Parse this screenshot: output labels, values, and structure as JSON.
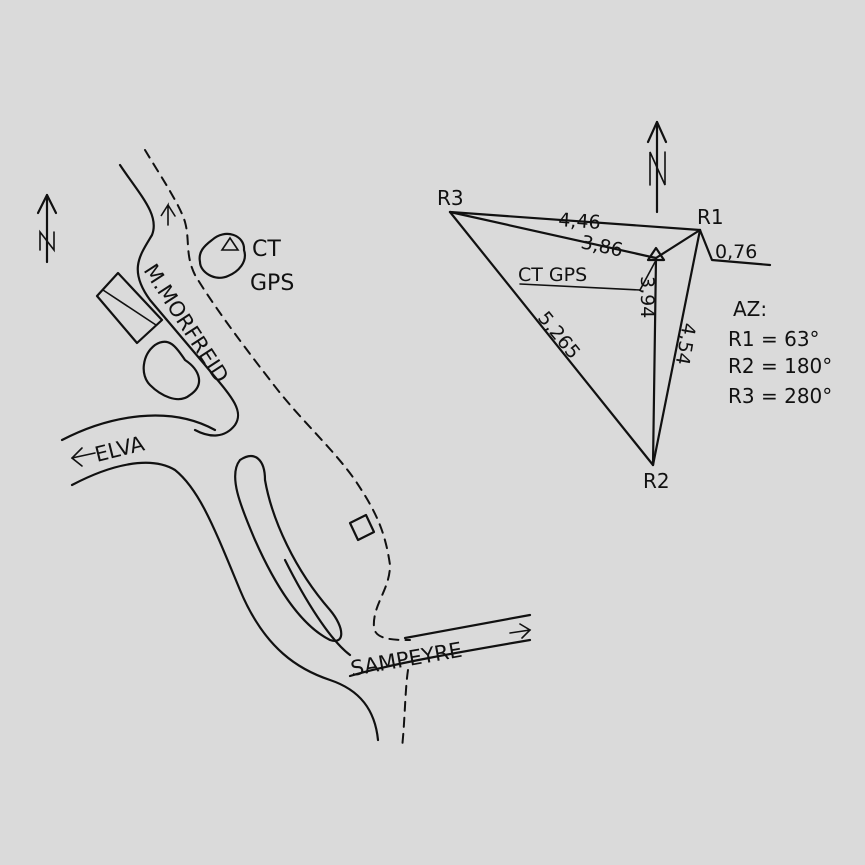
{
  "sketch": {
    "north_label": "N",
    "ct_label": "CT",
    "gps_label": "GPS",
    "road_morfreid": "M.MORFREID",
    "road_elva": "ELVA",
    "road_sampeyre": "SAMPEYRE"
  },
  "diagram": {
    "north_label": "N",
    "r1": "R1",
    "r2": "R2",
    "r3": "R3",
    "station_label": "CT GPS",
    "dist_r3_r1": "4,46",
    "dist_r3_ct": "3,86",
    "dist_ct_r2": "3,94",
    "dist_r1_r2": "4,54",
    "dist_r3_r2": "5,265",
    "dist_r1_ext": "0,76"
  },
  "azimuths": {
    "title": "AZ:",
    "r1": "R1 =  63°",
    "r2": "R2 = 180°",
    "r3": "R3 = 280°"
  }
}
